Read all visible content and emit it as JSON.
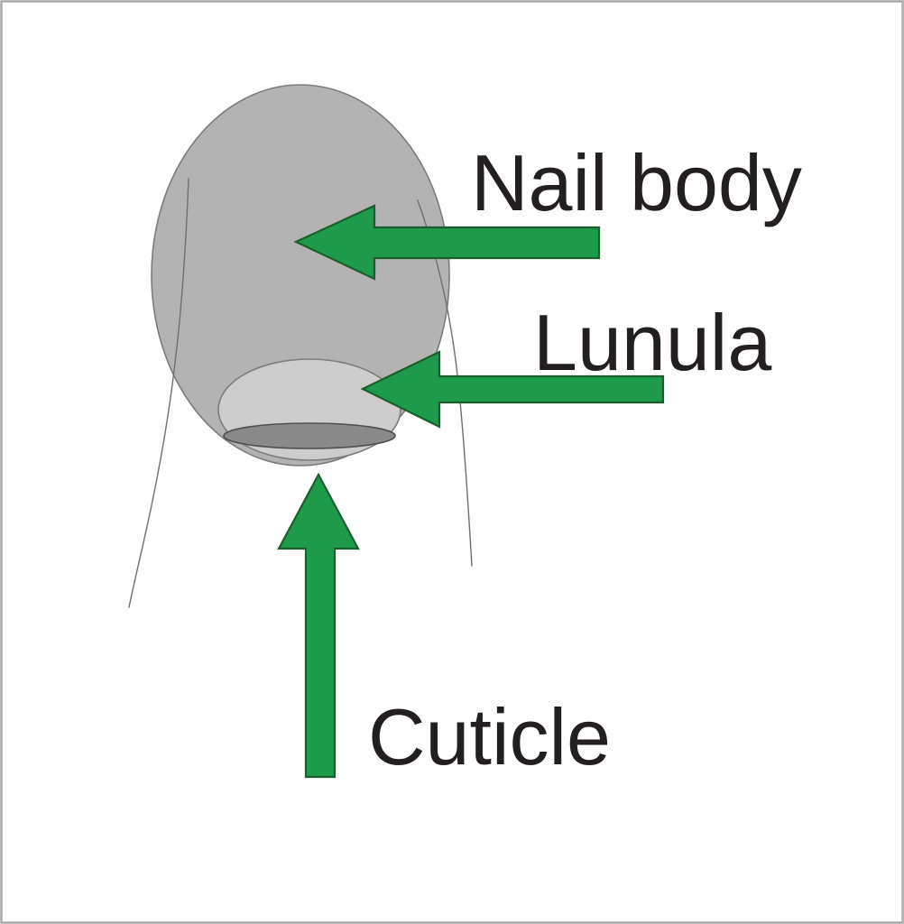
{
  "diagram": {
    "type": "labeled-illustration",
    "subject": "Fingernail anatomy",
    "labels": {
      "nail_body": "Nail body",
      "lunula": "Lunula",
      "cuticle": "Cuticle"
    },
    "colors": {
      "background": "#FFFFFF",
      "canvas_border": "#ABABAB",
      "arrow_green": "#1E9B4A",
      "arrow_outline": "#1B5E2E",
      "nail_plate_gray": "#B3B3B3",
      "lunula_gray": "#CDCDCD",
      "cuticle_gray": "#8A8A8A",
      "shape_outline_gray": "#7C7C7C",
      "finger_line_gray": "#6F6F6F",
      "label_text": "#231F20"
    }
  }
}
